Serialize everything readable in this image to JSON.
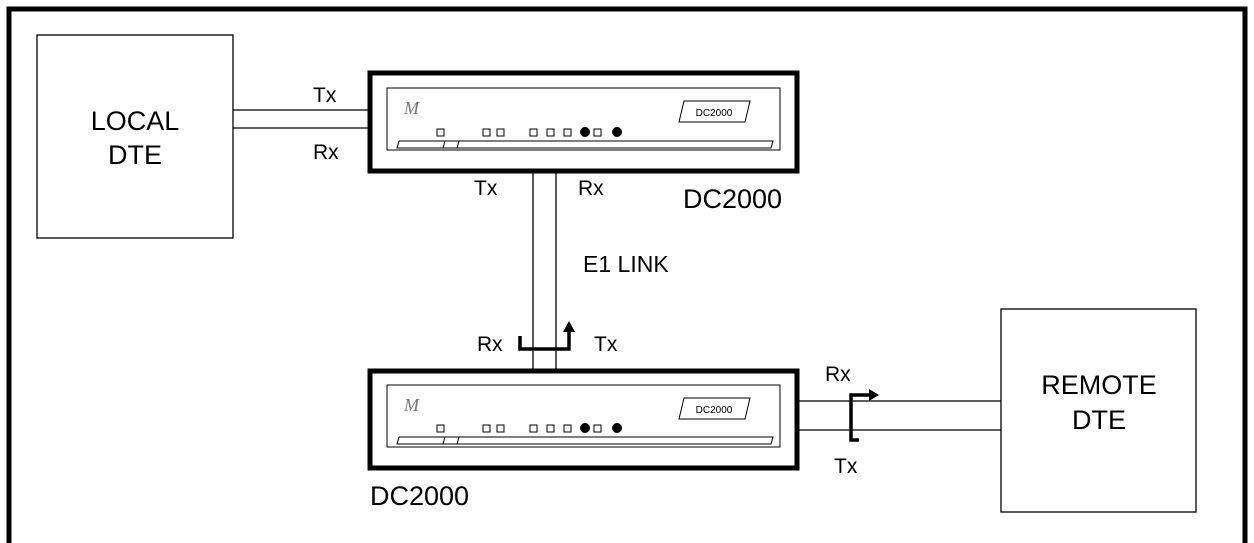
{
  "local_dte": {
    "line1": "LOCAL",
    "line2": "DTE"
  },
  "remote_dte": {
    "line1": "REMOTE",
    "line2": "DTE"
  },
  "local_device": {
    "name": "DC2000",
    "badge": "DC2000",
    "logo": "M"
  },
  "remote_device": {
    "name": "DC2000",
    "badge": "DC2000",
    "logo": "M"
  },
  "link_label": "E1 LINK",
  "signals": {
    "local_dte_tx": "Tx",
    "local_dte_rx": "Rx",
    "local_link_tx": "Tx",
    "local_link_rx": "Rx",
    "remote_link_rx": "Rx",
    "remote_link_tx": "Tx",
    "remote_dte_rx": "Rx",
    "remote_dte_tx": "Tx"
  }
}
